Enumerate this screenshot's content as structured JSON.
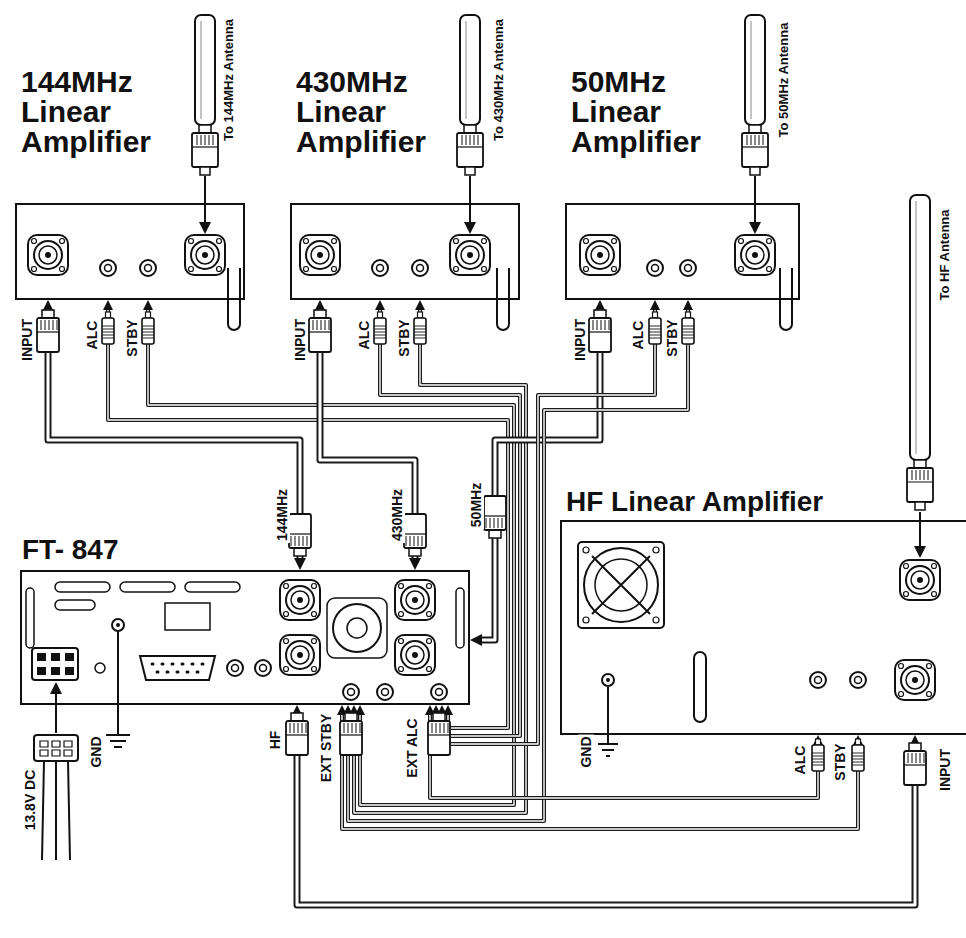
{
  "diagram": {
    "nodes": [
      {
        "text": [
          "144MHz Linear Amplifier"
        ]
      },
      {
        "text": [
          "430MHz Linear Amplifier"
        ]
      },
      {
        "text": [
          "50MHz Linear Amplifier"
        ]
      },
      {
        "text": [
          "FT- 847"
        ]
      },
      {
        "text": [
          "HF Linear Amplifier"
        ]
      }
    ],
    "edges": [
      {
        "from": 3,
        "to": 0,
        "arrow": "both"
      },
      {
        "from": 3,
        "to": 0,
        "arrow": "both"
      },
      {
        "from": 3,
        "to": 0,
        "arrow": "both"
      },
      {
        "from": 3,
        "to": 1,
        "arrow": "both"
      },
      {
        "from": 3,
        "to": 1,
        "arrow": "both"
      },
      {
        "from": 3,
        "to": 1,
        "arrow": "both"
      },
      {
        "from": 3,
        "to": 2,
        "arrow": "both"
      },
      {
        "from": 3,
        "to": 2,
        "arrow": "both"
      },
      {
        "from": 3,
        "to": 2,
        "arrow": "both"
      },
      {
        "from": 3,
        "to": 4,
        "arrow": "both"
      },
      {
        "from": 3,
        "to": 4,
        "arrow": "both"
      },
      {
        "from": 3,
        "to": 4,
        "arrow": "both"
      }
    ],
    "labels": [
      "To 144MHz Antenna",
      "To 430MHz Antenna",
      "To 50MHz Antenna",
      "To HF Antenna",
      "INPUT",
      "ALC",
      "STBY",
      "INPUT",
      "ALC",
      "STBY",
      "INPUT",
      "ALC",
      "STBY",
      "144MHz",
      "430MHz",
      "50MHz",
      "13.8V DC",
      "GND",
      "HF",
      "EXT STBY",
      "EXT ALC",
      "GND",
      "ALC",
      "STBY",
      "INPUT"
    ]
  }
}
